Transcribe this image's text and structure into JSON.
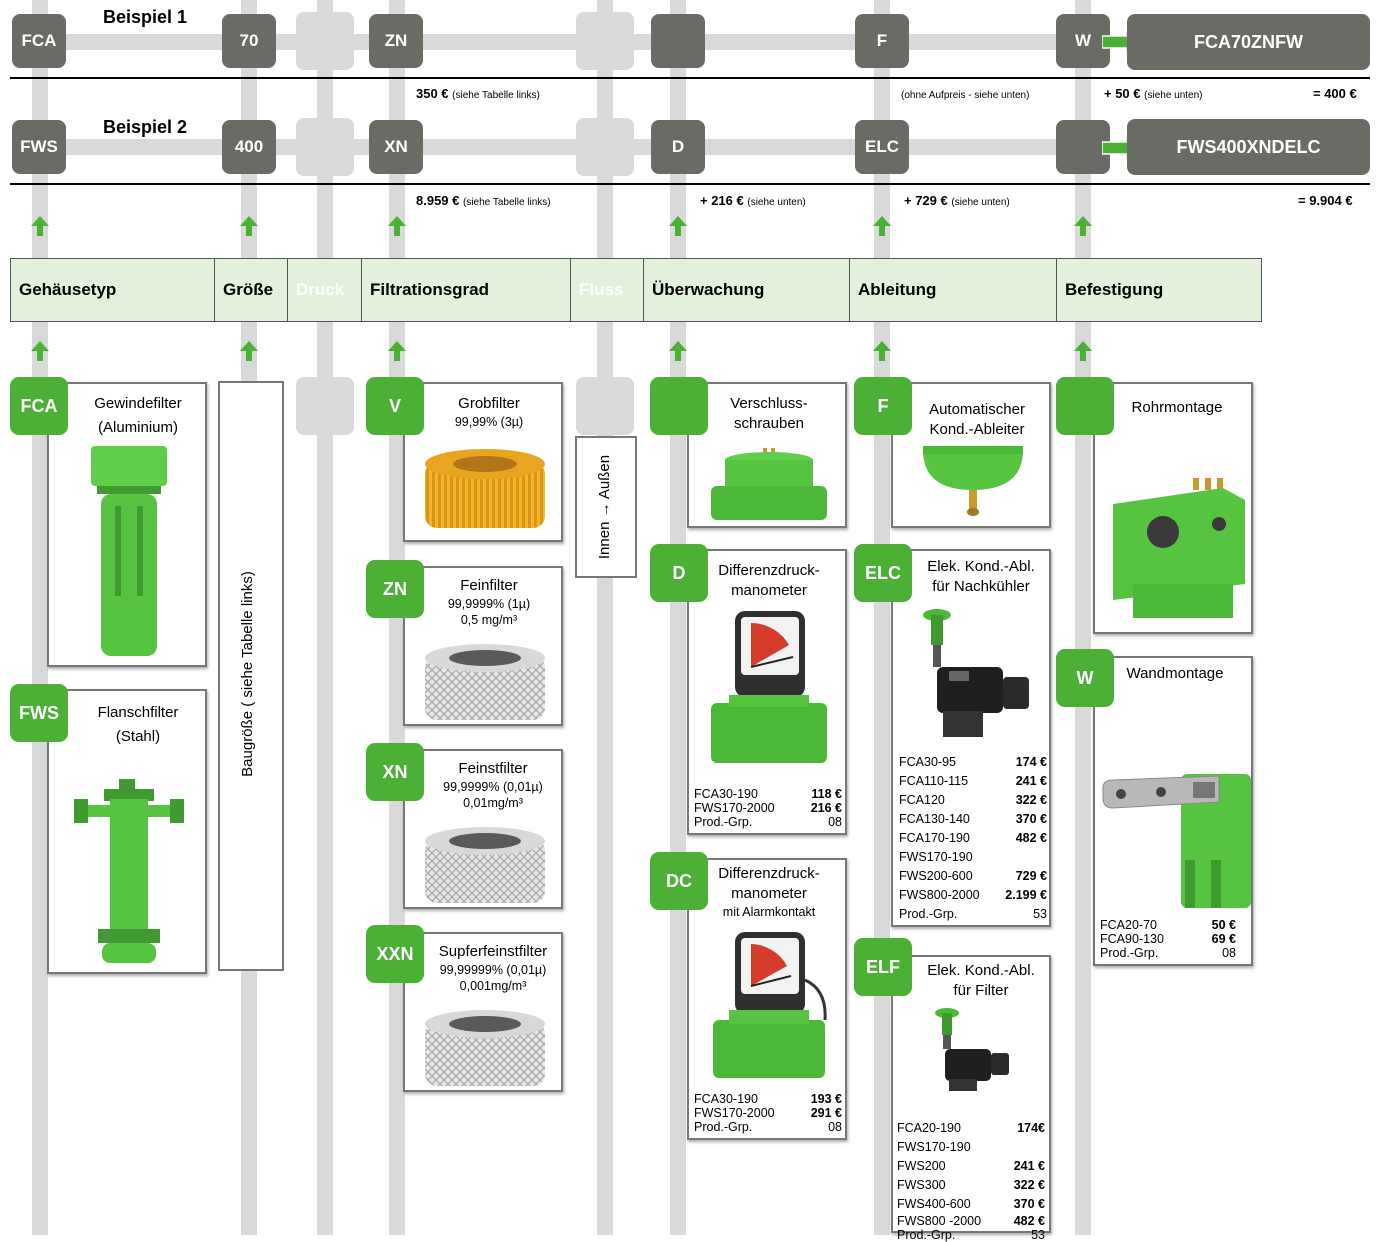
{
  "colors": {
    "accent_green": "#4caf36",
    "dark_box": "#6b6b66",
    "light_line": "#d9d9d9",
    "category_bg": "#e3f0dc"
  },
  "example1": {
    "label": "Beispiel 1",
    "codes": [
      "FCA",
      "70",
      "ZN",
      "F",
      "W"
    ],
    "result": "FCA70ZNFW",
    "price_filter": "350 €",
    "price_filter_note": "(siehe Tabelle links)",
    "ableitung_note": "(ohne Aufpreis - siehe unten)",
    "price_mount": "+ 50 €",
    "price_mount_note": "(siehe unten)",
    "total": "= 400 €"
  },
  "example2": {
    "label": "Beispiel 2",
    "codes": [
      "FWS",
      "400",
      "XN",
      "D",
      "ELC"
    ],
    "result": "FWS400XNDELC",
    "price_filter": "8.959 €",
    "price_filter_note": "(siehe Tabelle links)",
    "price_monitor": "+ 216 €",
    "price_monitor_note": "(siehe unten)",
    "price_drain": "+ 729 €",
    "price_drain_note": "(siehe unten)",
    "total": "= 9.904 €"
  },
  "categories": [
    "Gehäusetyp",
    "Größe",
    "Druck",
    "Filtrationsgrad",
    "Fluss",
    "Überwachung",
    "Ableitung",
    "Befestigung"
  ],
  "housing": [
    {
      "code": "FCA",
      "title": "Gewindefilter",
      "sub": "(Aluminium)"
    },
    {
      "code": "FWS",
      "title": "Flanschfilter",
      "sub": "(Stahl)"
    }
  ],
  "size_note": "Baugröße ( siehe Tabelle links)",
  "flow_note": "Innen → Außen",
  "filtration": [
    {
      "code": "V",
      "title": "Grobfilter",
      "l1": "99,99% (3µ)",
      "l2": ""
    },
    {
      "code": "ZN",
      "title": "Feinfilter",
      "l1": "99,9999% (1µ)",
      "l2": "0,5 mg/m³"
    },
    {
      "code": "XN",
      "title": "Feinstfilter",
      "l1": "99,9999% (0,01µ)",
      "l2": "0,01mg/m³"
    },
    {
      "code": "XXN",
      "title": "Supferfeinstfilter",
      "l1": "99,99999% (0,01µ)",
      "l2": "0,001mg/m³"
    }
  ],
  "monitoring": {
    "plug": {
      "title1": "Verschluss-",
      "title2": "schrauben"
    },
    "d": {
      "code": "D",
      "title1": "Differenzdruck-",
      "title2": "manometer",
      "rows": [
        {
          "n": "FCA30-190",
          "p": "118 €"
        },
        {
          "n": "FWS170-2000",
          "p": "216 €"
        },
        {
          "n": "Prod.-Grp.",
          "p": "08"
        }
      ]
    },
    "dc": {
      "code": "DC",
      "title1": "Differenzdruck-",
      "title2": "manometer",
      "title3": "mit Alarmkontakt",
      "rows": [
        {
          "n": "FCA30-190",
          "p": "193 €"
        },
        {
          "n": "FWS170-2000",
          "p": "291 €"
        },
        {
          "n": "Prod.-Grp.",
          "p": "08"
        }
      ]
    }
  },
  "drain": {
    "f": {
      "code": "F",
      "title1": "Automatischer",
      "title2": "Kond.-Ableiter"
    },
    "elc": {
      "code": "ELC",
      "title1": "Elek. Kond.-Abl.",
      "title2": "für Nachkühler",
      "rows": [
        {
          "n": "FCA30-95",
          "p": "174 €"
        },
        {
          "n": "FCA110-115",
          "p": "241 €"
        },
        {
          "n": "FCA120",
          "p": "322 €"
        },
        {
          "n": "FCA130-140",
          "p": "370 €"
        },
        {
          "n": "FCA170-190",
          "p": "482 €"
        },
        {
          "n": "FWS170-190",
          "p": ""
        },
        {
          "n": "FWS200-600",
          "p": "729 €"
        },
        {
          "n": "FWS800-2000",
          "p": "2.199 €"
        },
        {
          "n": "Prod.-Grp.",
          "p": "53"
        }
      ]
    },
    "elf": {
      "code": "ELF",
      "title1": "Elek. Kond.-Abl.",
      "title2": "für Filter",
      "rows": [
        {
          "n": "FCA20-190",
          "p": "174€"
        },
        {
          "n": "FWS170-190",
          "p": ""
        },
        {
          "n": "FWS200",
          "p": "241 €"
        },
        {
          "n": "FWS300",
          "p": "322 €"
        },
        {
          "n": "FWS400-600",
          "p": "370 €"
        },
        {
          "n": "FWS800 -2000",
          "p": "482 €"
        },
        {
          "n": "Prod.-Grp.",
          "p": "53"
        }
      ]
    }
  },
  "mounting": {
    "pipe": {
      "title": "Rohrmontage"
    },
    "wall": {
      "code": "W",
      "title": "Wandmontage",
      "rows": [
        {
          "n": "FCA20-70",
          "p": "50 €"
        },
        {
          "n": "FCA90-130",
          "p": "69 €"
        },
        {
          "n": "Prod.-Grp.",
          "p": "08"
        }
      ]
    }
  }
}
